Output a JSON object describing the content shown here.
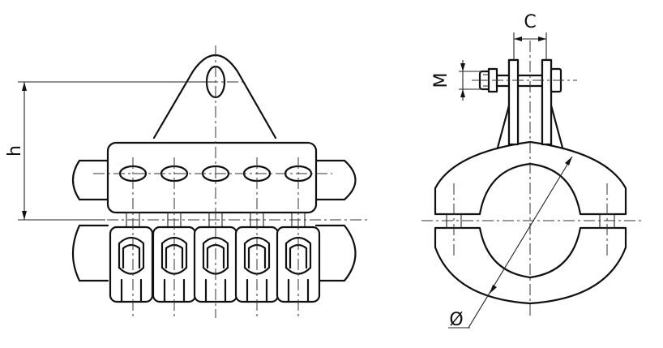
{
  "labels": {
    "height": "h",
    "width": "C",
    "bolt": "M",
    "diameter": "Ø"
  },
  "colors": {
    "ink": "#111111",
    "background": "#ffffff"
  }
}
